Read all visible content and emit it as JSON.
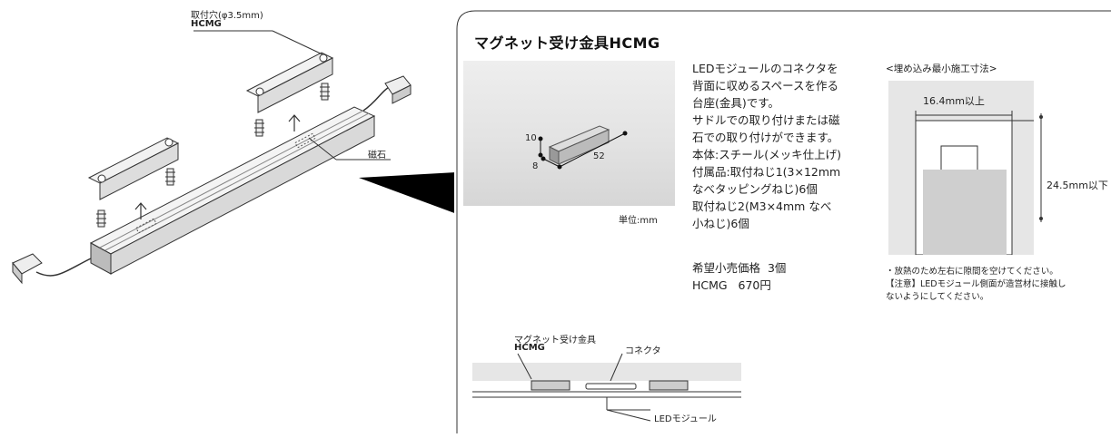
{
  "exploded_view": {
    "mount_hole_label": "取付穴(φ3.5mm)",
    "mount_hole_model": "HCMG",
    "magnet_label": "磁石"
  },
  "panel": {
    "title": "マグネット受け金具HCMG",
    "photo": {
      "dim_height": "10",
      "dim_depth": "8",
      "dim_length": "52",
      "unit": "単位:mm"
    },
    "description_lines": [
      "LEDモジュールのコネクタを",
      "背面に収めるスペースを作る",
      "台座(金具)です。",
      "サドルでの取り付けまたは磁",
      "石での取り付けができます。",
      "本体:スチール(メッキ仕上げ)",
      "付属品:取付ねじ1(3×12mm",
      "なべタッピングねじ)6個",
      "取付ねじ2(M3×4mm なべ",
      "小ねじ)6個"
    ],
    "price": {
      "label": "希望小売価格",
      "quantity": "3個",
      "model": "HCMG",
      "amount": "670円"
    },
    "min_install": {
      "title": "<埋め込み最小施工寸法>",
      "width_label": "16.4mm以上",
      "height_label": "24.5mm以下",
      "note_1": "・放熱のため左右に隙間を空けてください。",
      "note_2": "【注意】LEDモジュール側面が造営材に接触し",
      "note_3": "ないようにしてください。"
    },
    "section": {
      "bracket_label": "マグネット受け金具",
      "bracket_model": "HCMG",
      "connector_label": "コネクタ",
      "module_label": "LEDモジュール"
    }
  }
}
